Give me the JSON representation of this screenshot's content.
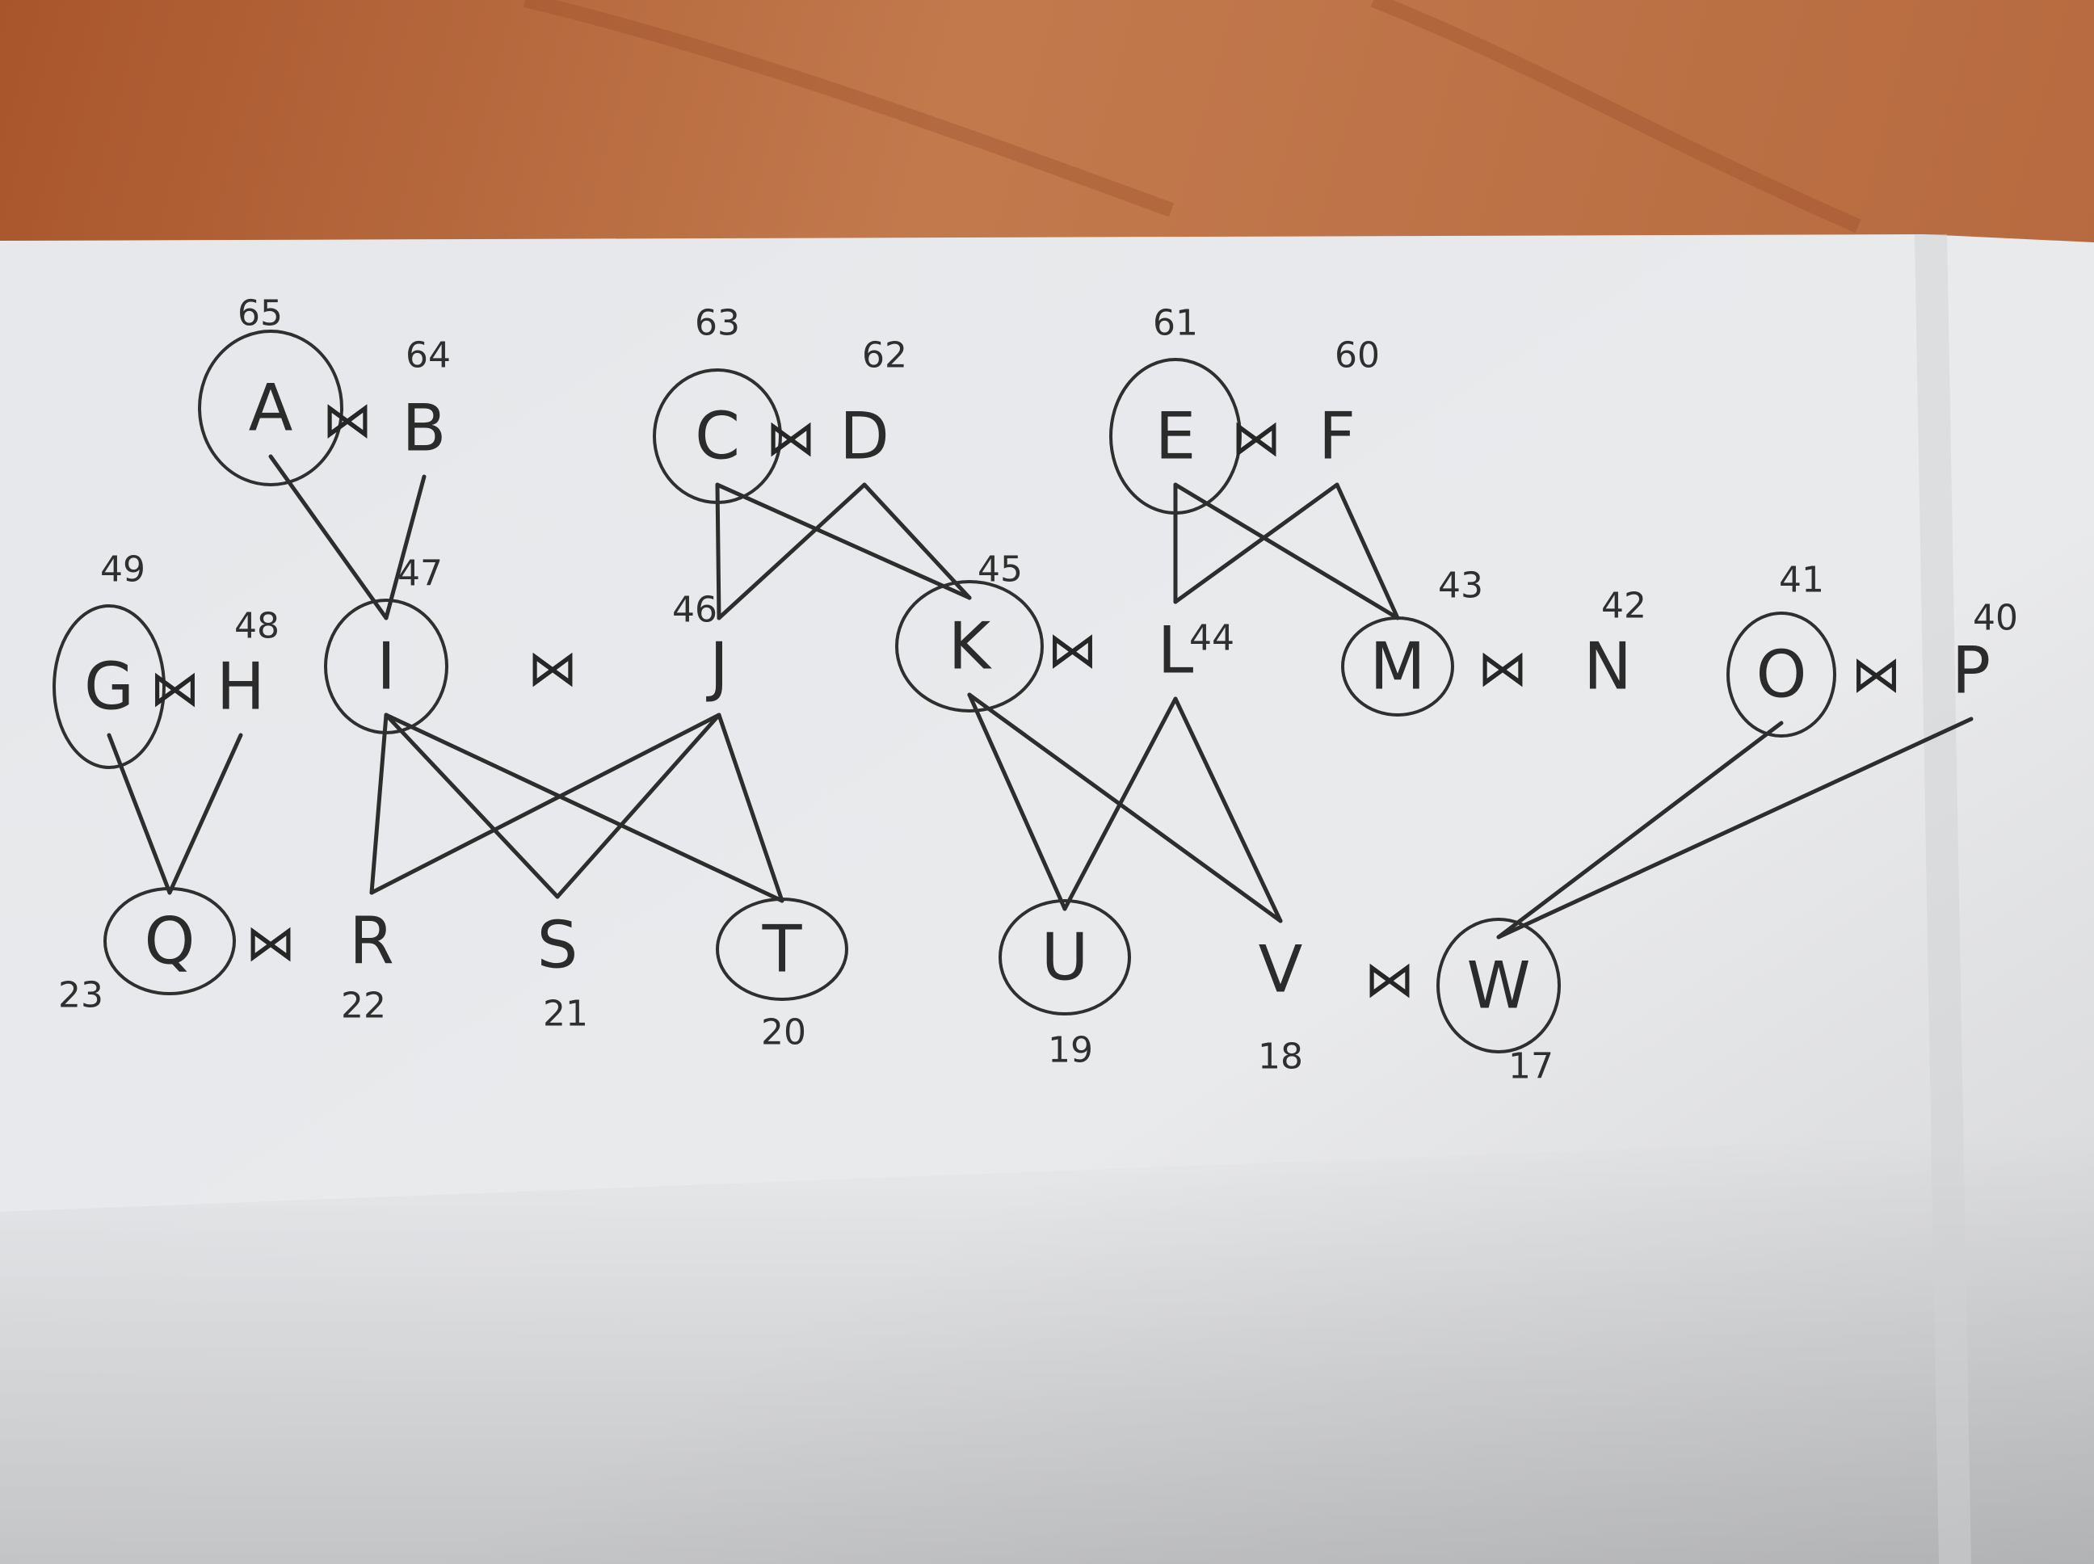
{
  "colors": {
    "table": "#b4653a",
    "paper": "#e9eaec",
    "ink": "#2b2b2b"
  },
  "join_symbol": "⋈",
  "nodes": [
    {
      "id": "A",
      "label": "A",
      "number": "65",
      "circled": true
    },
    {
      "id": "B",
      "label": "B",
      "number": "64",
      "circled": false
    },
    {
      "id": "C",
      "label": "C",
      "number": "63",
      "circled": true
    },
    {
      "id": "D",
      "label": "D",
      "number": "62",
      "circled": false
    },
    {
      "id": "E",
      "label": "E",
      "number": "61",
      "circled": true
    },
    {
      "id": "F",
      "label": "F",
      "number": "60",
      "circled": false
    },
    {
      "id": "G",
      "label": "G",
      "number": "49",
      "circled": true
    },
    {
      "id": "H",
      "label": "H",
      "number": "48",
      "circled": false
    },
    {
      "id": "I",
      "label": "I",
      "number": "47",
      "circled": true
    },
    {
      "id": "J",
      "label": "J",
      "number": "46",
      "circled": false
    },
    {
      "id": "K",
      "label": "K",
      "number": "45",
      "circled": true
    },
    {
      "id": "L",
      "label": "L",
      "number": "44",
      "circled": false
    },
    {
      "id": "M",
      "label": "M",
      "number": "43",
      "circled": true
    },
    {
      "id": "N",
      "label": "N",
      "number": "42",
      "circled": false
    },
    {
      "id": "O",
      "label": "O",
      "number": "41",
      "circled": true
    },
    {
      "id": "P",
      "label": "P",
      "number": "40",
      "circled": false
    },
    {
      "id": "Q",
      "label": "Q",
      "number": "23",
      "circled": true
    },
    {
      "id": "R",
      "label": "R",
      "number": "22",
      "circled": false
    },
    {
      "id": "S",
      "label": "S",
      "number": "21",
      "circled": false
    },
    {
      "id": "T",
      "label": "T",
      "number": "20",
      "circled": true
    },
    {
      "id": "U",
      "label": "U",
      "number": "19",
      "circled": true
    },
    {
      "id": "V",
      "label": "V",
      "number": "18",
      "circled": false
    },
    {
      "id": "W",
      "label": "W",
      "number": "17",
      "circled": true
    }
  ],
  "joins": [
    [
      "A",
      "B"
    ],
    [
      "C",
      "D"
    ],
    [
      "E",
      "F"
    ],
    [
      "G",
      "H"
    ],
    [
      "I",
      "J"
    ],
    [
      "K",
      "L"
    ],
    [
      "M",
      "N"
    ],
    [
      "O",
      "P"
    ],
    [
      "Q",
      "R"
    ],
    [
      "V",
      "W"
    ]
  ],
  "edges": [
    [
      "A",
      "I"
    ],
    [
      "B",
      "I"
    ],
    [
      "C",
      "J"
    ],
    [
      "C",
      "K"
    ],
    [
      "D",
      "J"
    ],
    [
      "D",
      "K"
    ],
    [
      "E",
      "L"
    ],
    [
      "E",
      "M"
    ],
    [
      "F",
      "L"
    ],
    [
      "F",
      "M"
    ],
    [
      "G",
      "Q"
    ],
    [
      "H",
      "Q"
    ],
    [
      "I",
      "R"
    ],
    [
      "I",
      "S"
    ],
    [
      "I",
      "T"
    ],
    [
      "J",
      "R"
    ],
    [
      "J",
      "S"
    ],
    [
      "J",
      "T"
    ],
    [
      "K",
      "U"
    ],
    [
      "K",
      "V"
    ],
    [
      "L",
      "U"
    ],
    [
      "L",
      "V"
    ],
    [
      "O",
      "W"
    ],
    [
      "P",
      "W"
    ]
  ]
}
